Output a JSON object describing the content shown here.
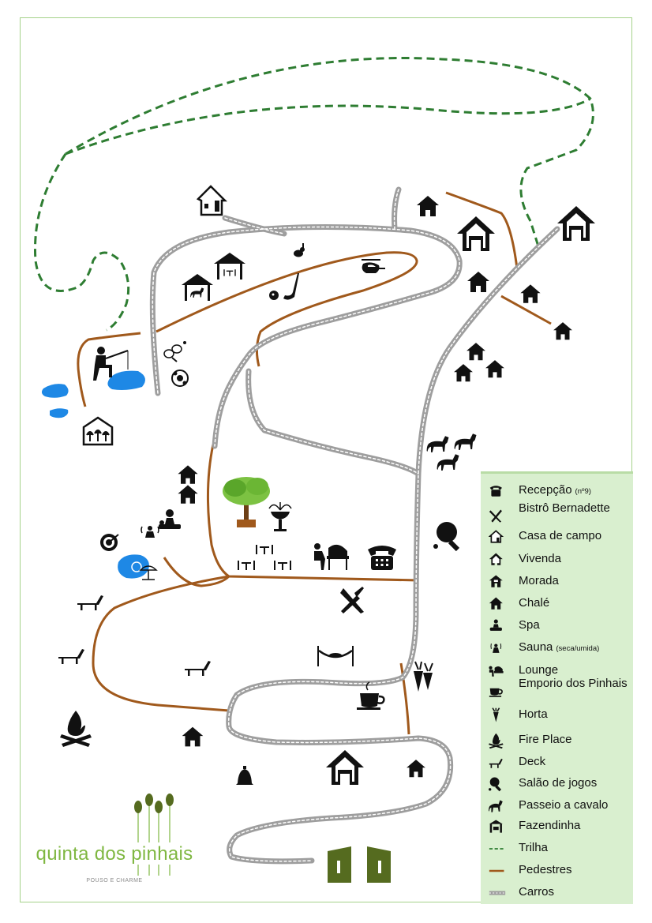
{
  "legend": {
    "items": [
      {
        "icon": "telephone-icon",
        "label": "Recepção",
        "note": "(nº9)"
      },
      {
        "icon": "fork-knife-icon",
        "label": "Bistrô Bernadette"
      },
      {
        "icon": "country-house-icon",
        "label": "Casa de campo"
      },
      {
        "icon": "vivenda-house-icon",
        "label": "Vivenda"
      },
      {
        "icon": "morada-house-icon",
        "label": "Morada"
      },
      {
        "icon": "chale-house-icon",
        "label": "Chalé"
      },
      {
        "icon": "spa-massage-icon",
        "label": "Spa"
      },
      {
        "icon": "sauna-icon",
        "label": "Sauna",
        "note": "(seca/umida)"
      },
      {
        "icon": "piano-icon",
        "label": "Lounge"
      },
      {
        "icon": "coffee-cup-icon",
        "label": "Emporio dos Pinhais"
      },
      {
        "icon": "carrot-icon",
        "label": "Horta"
      },
      {
        "icon": "campfire-icon",
        "label": "Fire Place"
      },
      {
        "icon": "sun-lounger-icon",
        "label": "Deck"
      },
      {
        "icon": "ping-pong-icon",
        "label": "Salão de jogos"
      },
      {
        "icon": "horse-icon",
        "label": "Passeio a cavalo"
      },
      {
        "icon": "barn-icon",
        "label": "Fazendinha"
      },
      {
        "icon": "trail-line-icon",
        "label": "Trilha"
      },
      {
        "icon": "pedestrian-line-icon",
        "label": "Pedestres"
      },
      {
        "icon": "car-road-icon",
        "label": "Carros"
      }
    ]
  },
  "brand": {
    "name": "quinta dos pinhais",
    "tagline": "POUSO E CHARME"
  },
  "colors": {
    "trail": "#2e7d32",
    "pedestrian": "#a0591c",
    "road": "#9e9e9e",
    "water": "#1e88e5",
    "brand": "#7fb741",
    "legend_bg": "#d9efcf",
    "border": "#a5d28a"
  }
}
